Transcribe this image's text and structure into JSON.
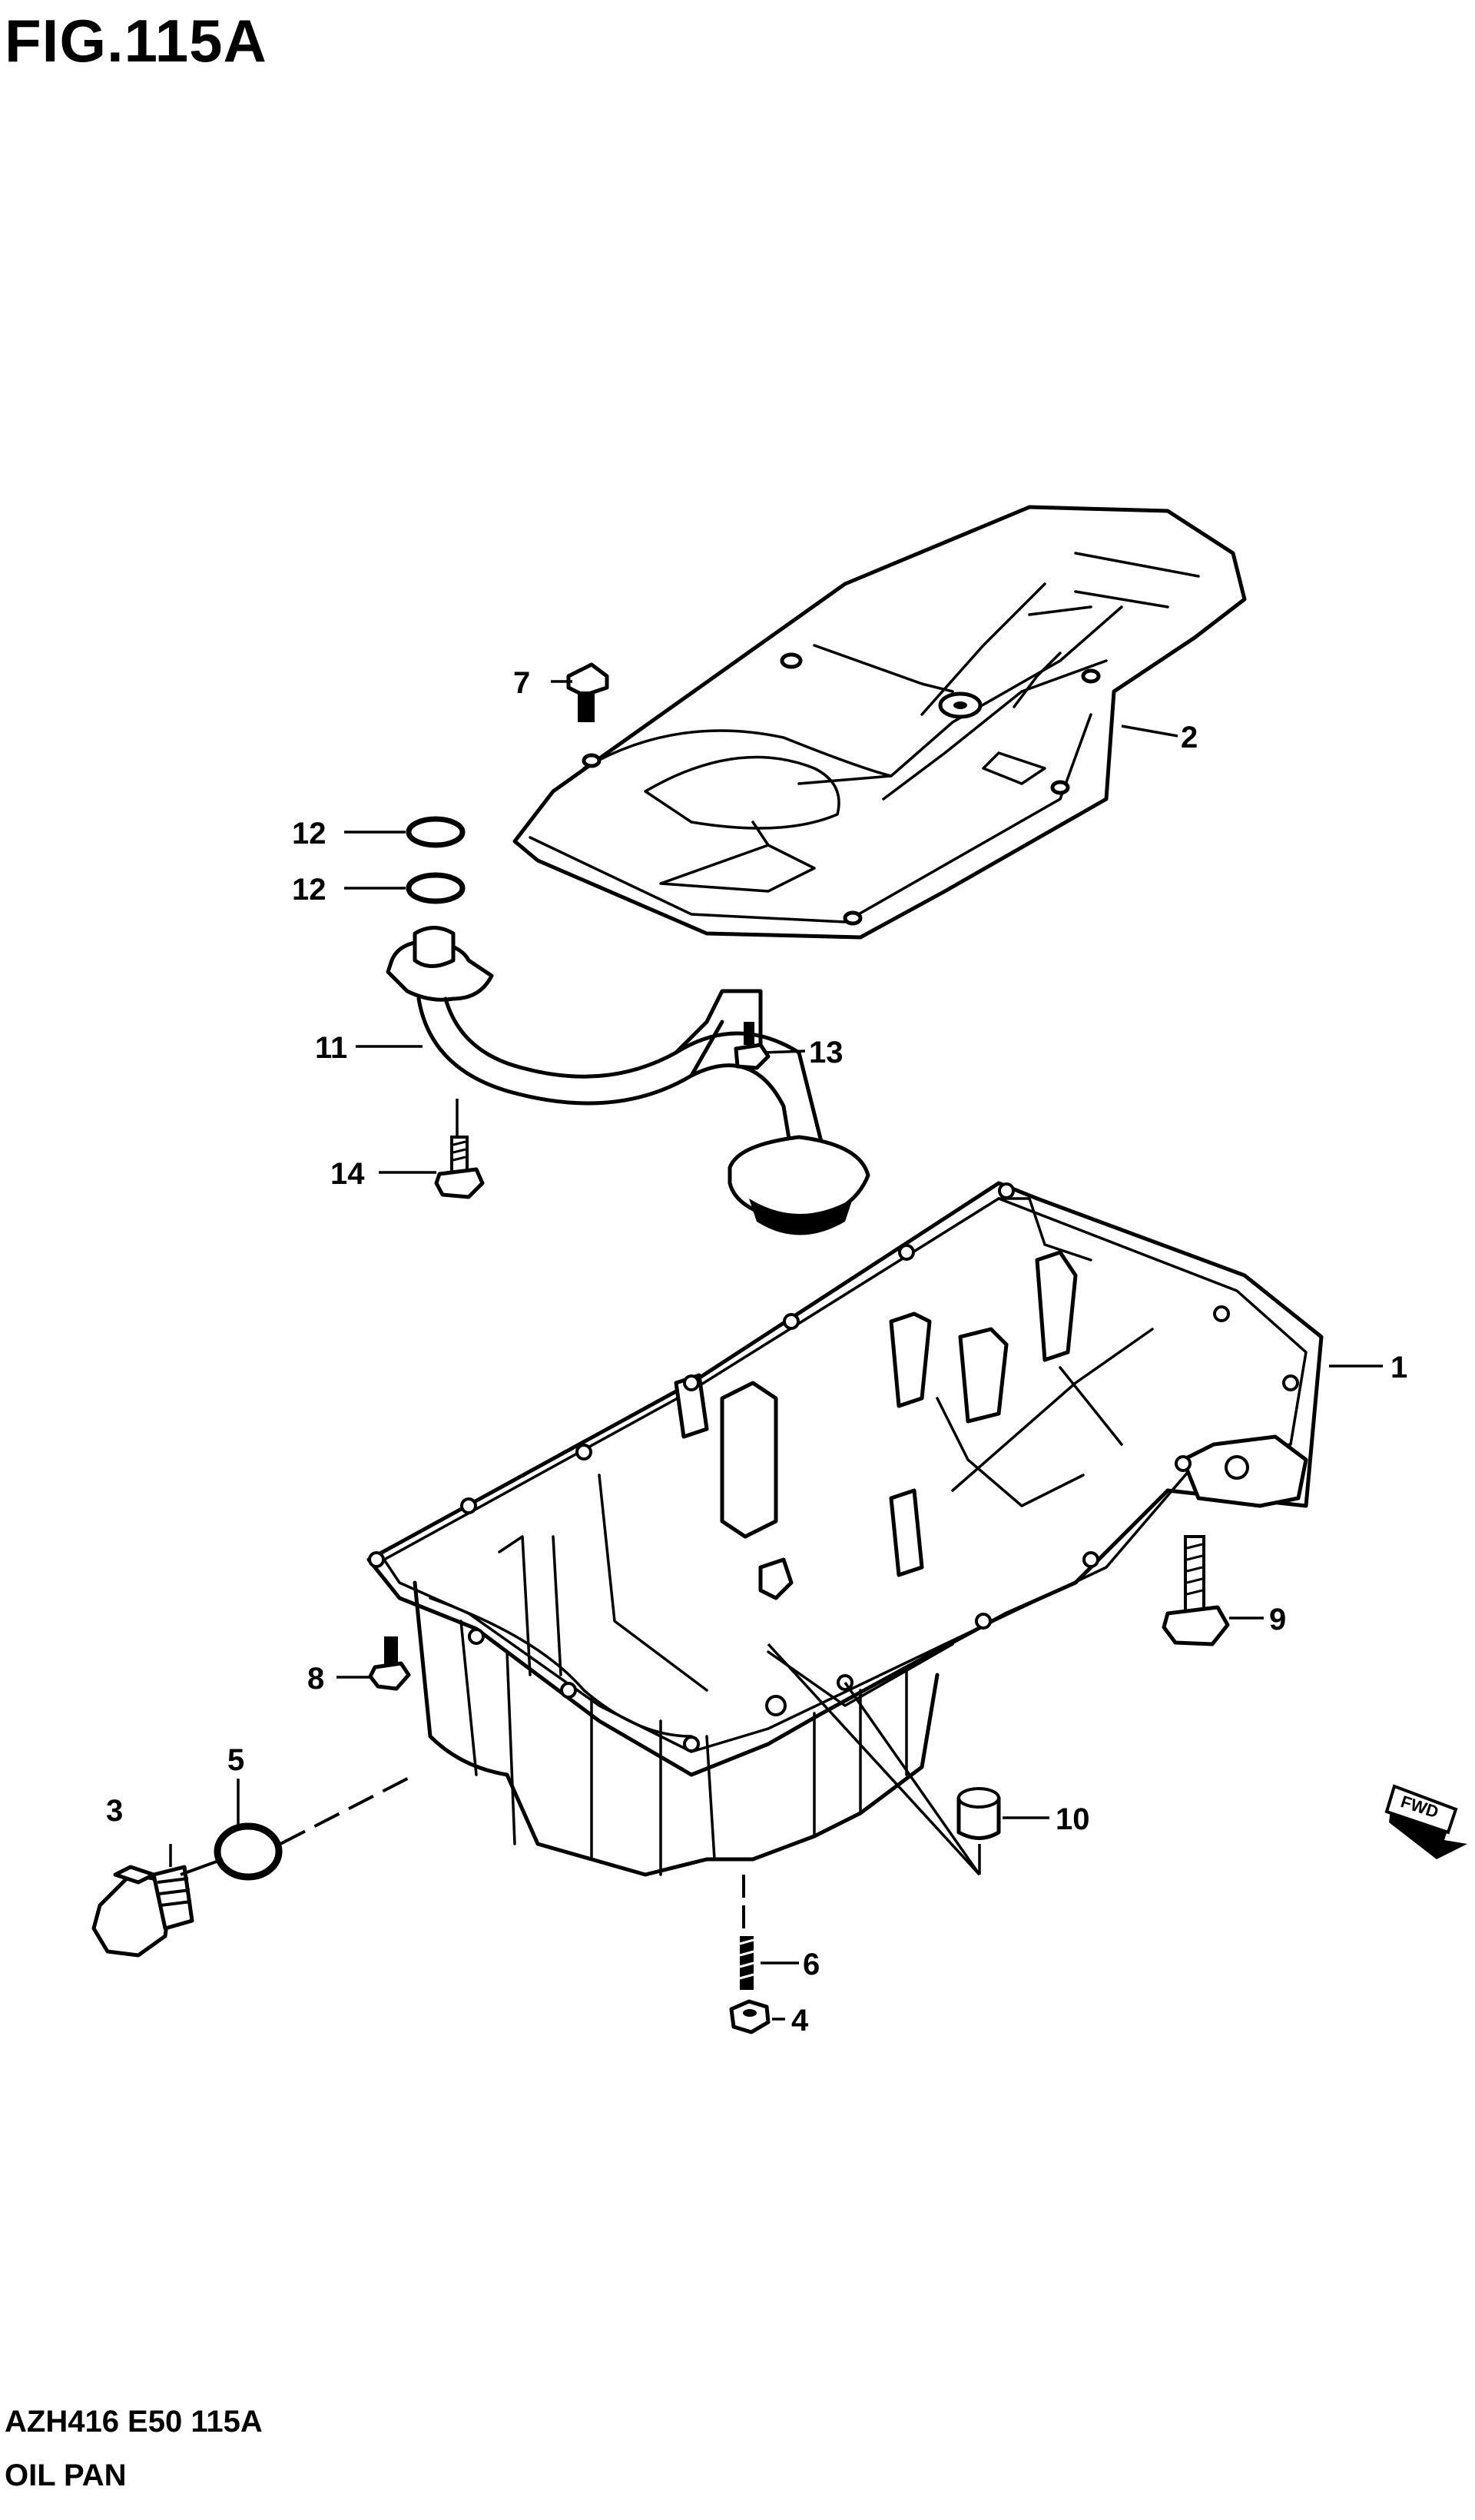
{
  "figure": {
    "title": "FIG.115A"
  },
  "footer": {
    "code": "AZH416 E50 115A",
    "caption": "OIL PAN"
  },
  "direction_badge": "FWD",
  "callouts": [
    {
      "id": "c1",
      "label": "1"
    },
    {
      "id": "c2",
      "label": "2"
    },
    {
      "id": "c3",
      "label": "3"
    },
    {
      "id": "c4",
      "label": "4"
    },
    {
      "id": "c5",
      "label": "5"
    },
    {
      "id": "c6",
      "label": "6"
    },
    {
      "id": "c7",
      "label": "7"
    },
    {
      "id": "c8",
      "label": "8"
    },
    {
      "id": "c9",
      "label": "9"
    },
    {
      "id": "c10",
      "label": "10"
    },
    {
      "id": "c11",
      "label": "11"
    },
    {
      "id": "c12a",
      "label": "12"
    },
    {
      "id": "c12b",
      "label": "12"
    },
    {
      "id": "c13",
      "label": "13"
    },
    {
      "id": "c14",
      "label": "14"
    }
  ]
}
